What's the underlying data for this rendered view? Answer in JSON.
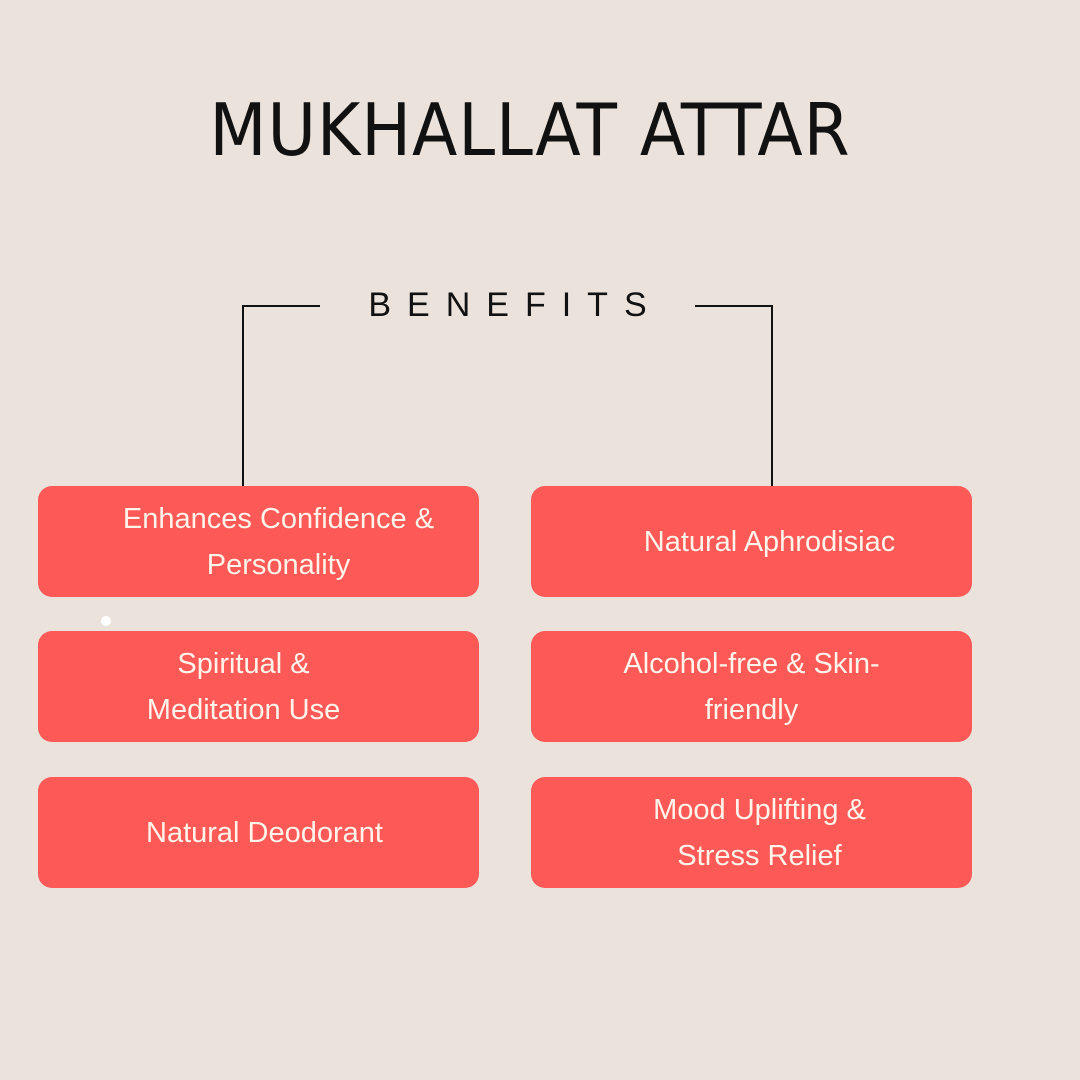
{
  "title": "MUKHALLAT ATTAR",
  "subtitle": "BENEFITS",
  "colors": {
    "background": "#ebe2dc",
    "box": "#fd5957",
    "box_text": "#fff3ea"
  },
  "benefits": [
    {
      "line1": "Enhances Confidence &",
      "line2": "Personality"
    },
    {
      "line1": "Natural Aphrodisiac",
      "line2": ""
    },
    {
      "line1": "Spiritual &",
      "line2": "Meditation Use"
    },
    {
      "line1": "Alcohol-free & Skin-",
      "line2": "friendly"
    },
    {
      "line1": "Natural Deodorant",
      "line2": ""
    },
    {
      "line1": "Mood Uplifting &",
      "line2": "Stress Relief"
    }
  ]
}
